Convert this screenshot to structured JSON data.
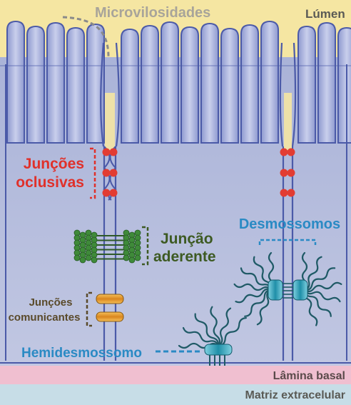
{
  "labels": {
    "microvilli": "Microvilosidades",
    "lumen": "Lúmen",
    "tight_junctions": [
      "Junções",
      "oclusivas"
    ],
    "adherens_junction": [
      "Junção",
      "aderente"
    ],
    "gap_junctions": [
      "Junções",
      "comunicantes"
    ],
    "desmosomes": "Desmossomos",
    "hemidesmosome": "Hemidesmossomo",
    "basal_lamina": "Lâmina basal",
    "extracellular_matrix": "Matriz extracelular"
  },
  "colors": {
    "lumen": "#f5e6a2",
    "cell_fill": "#b8c0de",
    "cell_outline": "#4b5aa8",
    "basal_lamina": "#f0bfd0",
    "extracellular_matrix": "#c7dde7",
    "tight_junction": "#e23c32",
    "adherens": "#3f8a3a",
    "gap_junction": "#e39a2c",
    "desmosome": "#1f8fa8",
    "keratin_filament": "#1f5a66",
    "label_gray": "#a8a49a",
    "label_red": "#e0302a",
    "label_green": "#3d5a22",
    "label_brown": "#5a4a2a",
    "label_blue": "#2a8ac4"
  }
}
